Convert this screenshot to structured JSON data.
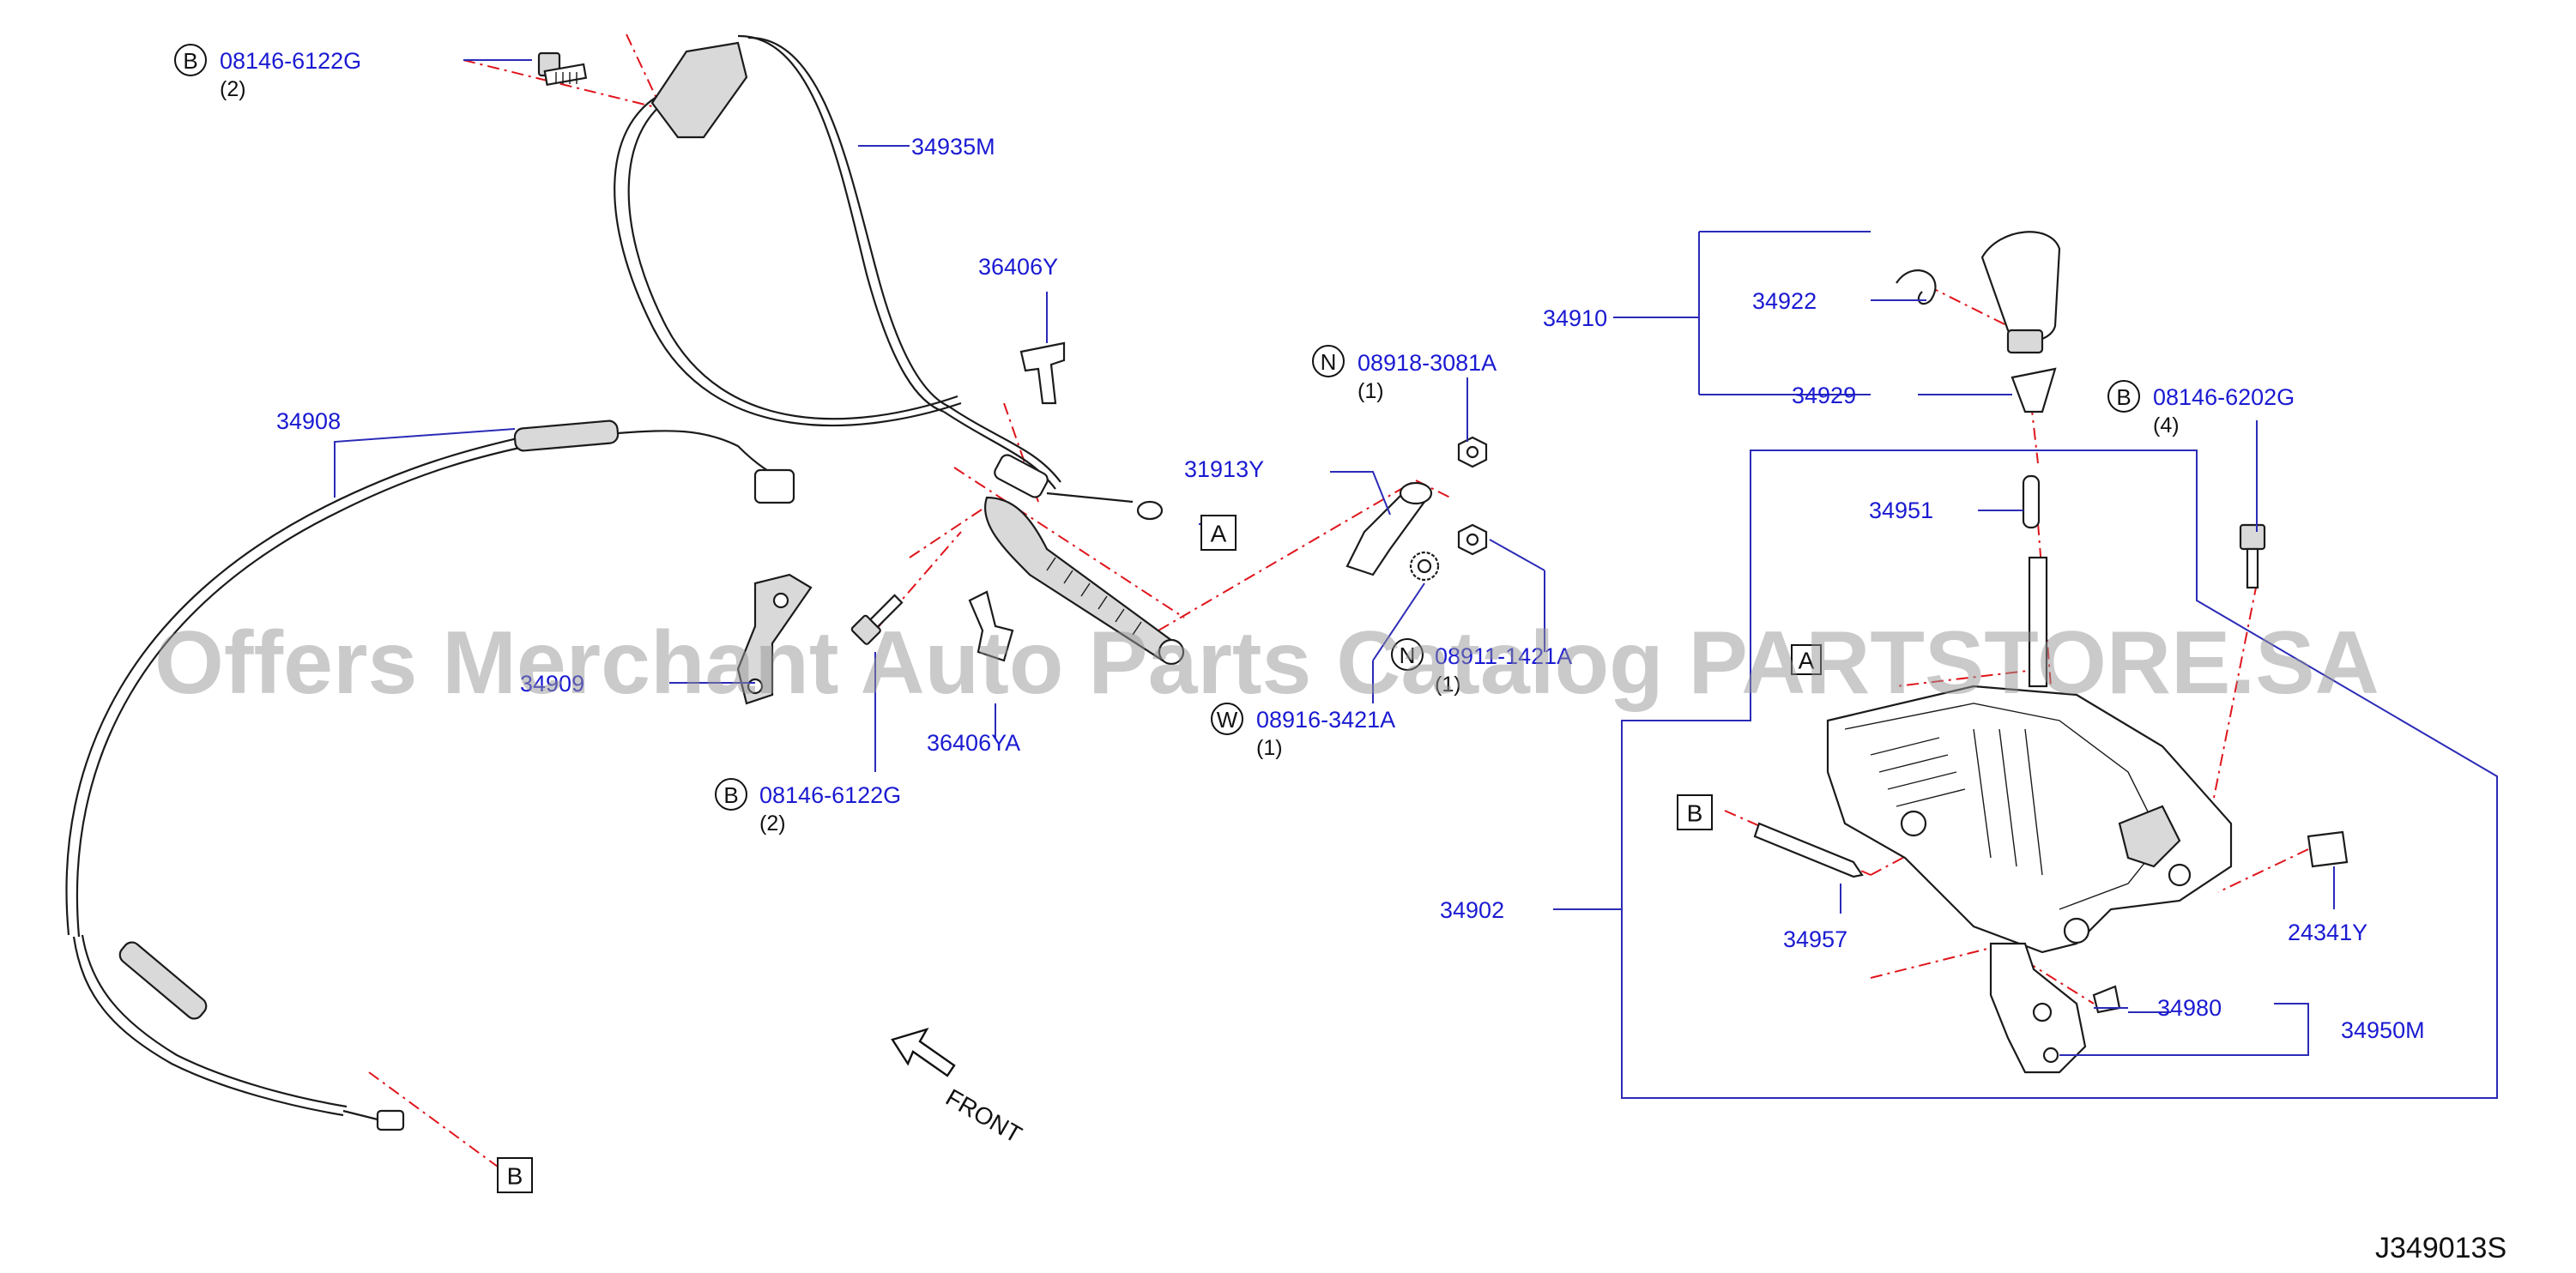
{
  "diagram_code": "J349013S",
  "watermark": "Offers Merchant Auto Parts Catalog PARTSTORE.SA",
  "front_label": "FRONT",
  "colors": {
    "part_number": "#1a1ad2",
    "leader": "#2b2bb8",
    "chain_line": "#e0141b",
    "outline": "#1b1b1b"
  },
  "callouts": {
    "bolt_b_top": {
      "prefix": "B",
      "number": "08146-6122G",
      "qty": "(2)"
    },
    "bolt_b_mid": {
      "prefix": "B",
      "number": "08146-6122G",
      "qty": "(2)"
    },
    "nut_n": {
      "prefix": "N",
      "number": "08918-3081A",
      "qty": "(1)"
    },
    "nut_n_lower": {
      "prefix": "N",
      "number": "08911-1421A",
      "qty": "(1)"
    },
    "washer_w": {
      "prefix": "W",
      "number": "08916-3421A",
      "qty": "(1)"
    },
    "bolt_b_right": {
      "prefix": "B",
      "number": "08146-6202G",
      "qty": "(4)"
    }
  },
  "parts": {
    "p34935M": "34935M",
    "p36406Y": "36406Y",
    "p36406YA": "36406YA",
    "p34908": "34908",
    "p31913Y": "31913Y",
    "p34909": "34909",
    "p34910": "34910",
    "p34922": "34922",
    "p34929": "34929",
    "p34951": "34951",
    "p34902": "34902",
    "p34957": "34957",
    "p24341Y": "24341Y",
    "p34980": "34980",
    "p34950M": "34950M"
  },
  "ref_boxes": {
    "a_upper": "A",
    "a_lower": "A",
    "b_left": "B",
    "b_right": "B"
  },
  "icons": [
    "bolt-icon",
    "nut-icon",
    "washer-icon",
    "front-arrow-icon",
    "shift-knob-icon",
    "shifter-assembly-icon",
    "control-cable-icon"
  ]
}
